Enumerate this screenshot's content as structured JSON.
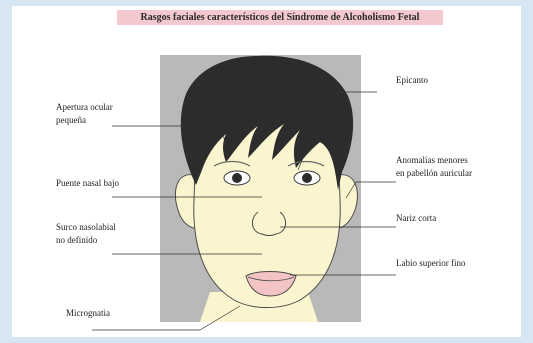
{
  "title": "Rasgos faciales característicos del Síndrome de Alcoholismo Fetal",
  "labels": {
    "apertura_ocular": [
      "Apertura ocular",
      "pequeña"
    ],
    "puente_nasal": "Puente nasal bajo",
    "surco_nasolabial": [
      "Surco nasolabial",
      "no definido"
    ],
    "micrognatia": "Micrognatia",
    "epicanto": "Epicanto",
    "anomalias": [
      "Anomalías menores",
      "en pabellón auricular"
    ],
    "nariz_corta": "Nariz corta",
    "labio_superior": "Labio superior fino"
  },
  "colors": {
    "background": "#d6e6f3",
    "panel": "#ffffff",
    "title_highlight": "#f3c9cf",
    "photo_bg": "#b9b9b9",
    "skin": "#fbf5cf",
    "hair": "#2c2c2c",
    "lips": "#f4c4c4"
  }
}
